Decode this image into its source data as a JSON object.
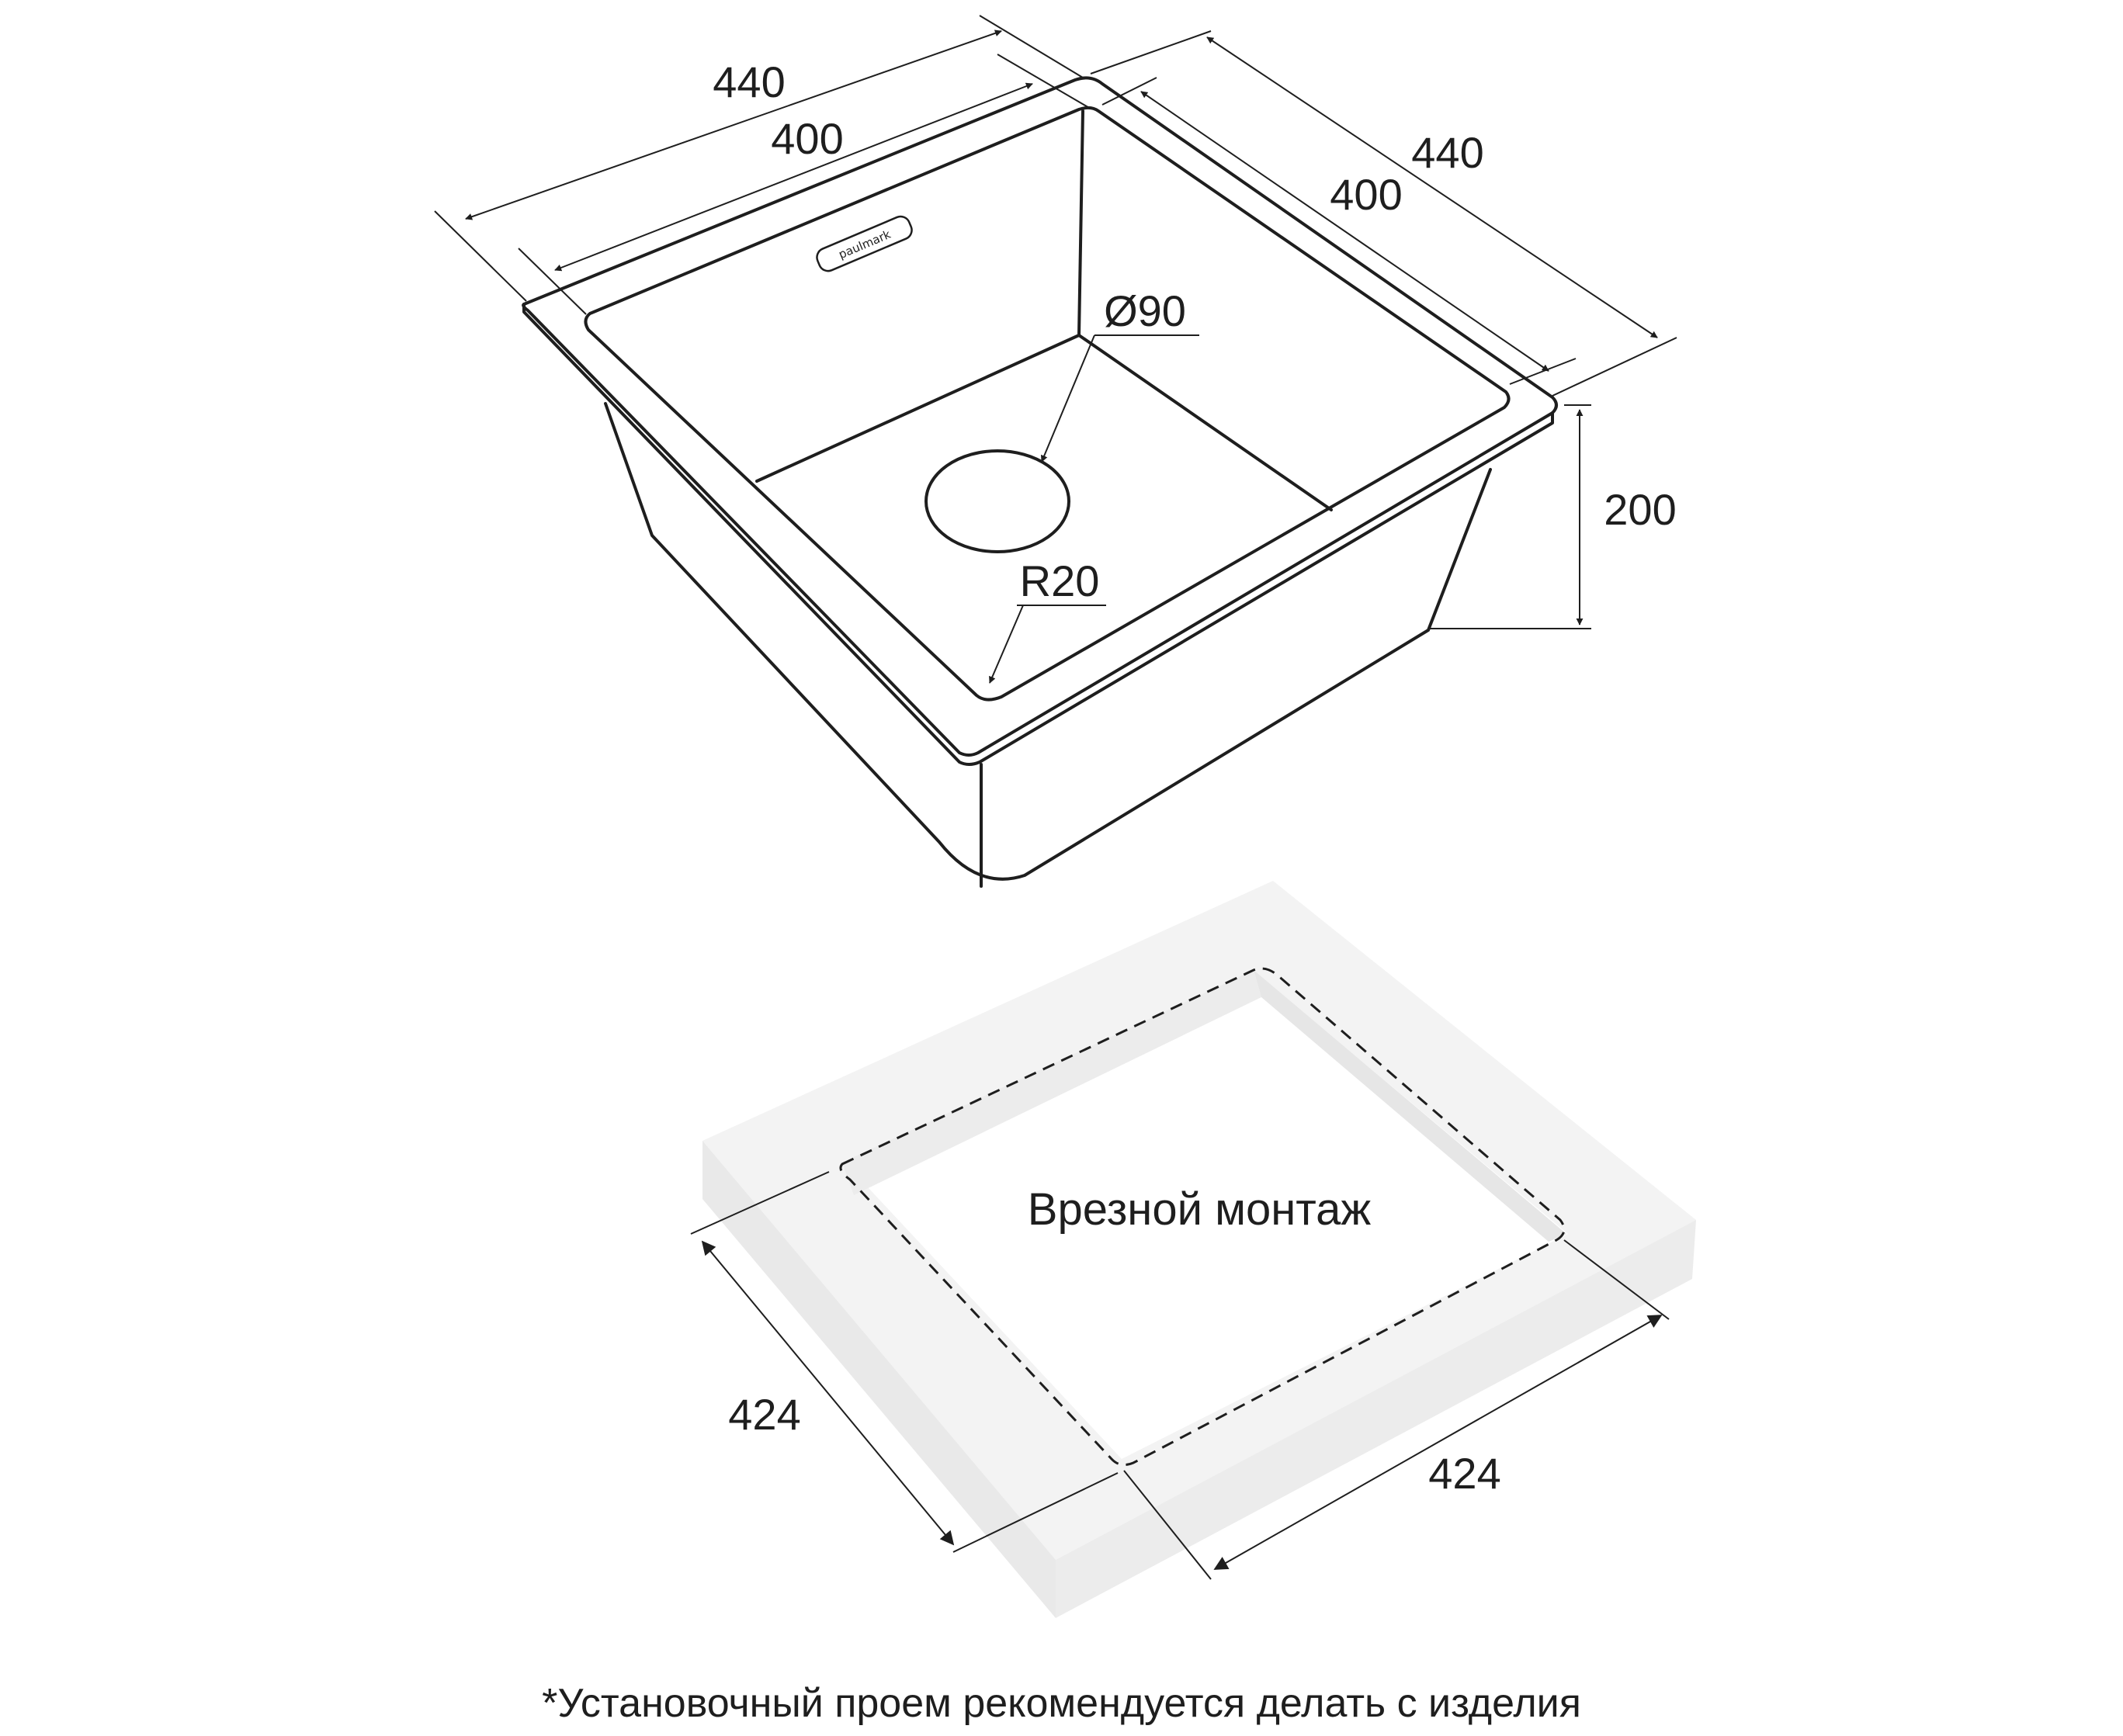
{
  "dimensions": {
    "outer_width": "440",
    "inner_width": "400",
    "outer_depth": "440",
    "inner_depth": "400",
    "drain_diameter": "Ø90",
    "corner_radius": "R20",
    "height": "200",
    "cutout_left": "424",
    "cutout_right": "424"
  },
  "brand_logo": "paulmark",
  "mounting_label": "Врезной монтаж",
  "footnote": "*Установочный проем рекомендуется делать с изделия",
  "colors": {
    "line": "#1e1e1e",
    "countertop_top": "#f3f3f3",
    "countertop_side": "#e9e9e9",
    "background": "#ffffff"
  }
}
